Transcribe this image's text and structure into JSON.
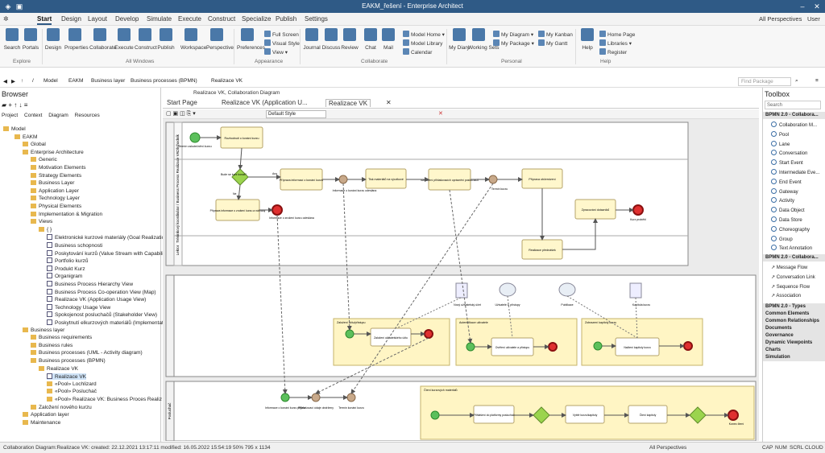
{
  "window": {
    "title": "EAKM_řešení - Enterprise Architect"
  },
  "menu": {
    "tabs": [
      "Start",
      "Design",
      "Layout",
      "Develop",
      "Simulate",
      "Execute",
      "Construct",
      "Specialize",
      "Publish",
      "Settings"
    ],
    "perspectives": "All Perspectives",
    "user": "User"
  },
  "ribbon": {
    "big": [
      "Search",
      "Portals",
      "Design",
      "Properties",
      "Collaborate",
      "Execute",
      "Construct",
      "Publish",
      "Workspace",
      "Perspective",
      "Preferences",
      "Journal",
      "Discuss",
      "Review",
      "Chat",
      "Mail",
      "My Diary",
      "Working Sets",
      "Help"
    ],
    "small": [
      "Full Screen",
      "Visual Style",
      "View",
      "Model Home",
      "Model Library",
      "Calendar",
      "My Diagram",
      "My Package",
      "My Kanban",
      "My Gantt",
      "Home Page",
      "Libraries",
      "Register"
    ],
    "groups": [
      "Explore",
      "All Windows",
      "Appearance",
      "Collaborate",
      "Personal",
      "Help"
    ]
  },
  "nav": {
    "path": [
      "Model",
      "EAKM",
      "Business layer",
      "Business processes (BPMN)",
      "Realizace VK"
    ],
    "find_placeholder": "Find Package"
  },
  "browser": {
    "title": "Browser",
    "tabs": [
      "Project",
      "Context",
      "Diagram",
      "Resources"
    ],
    "tree": [
      "Model",
      "EAKM",
      "Global",
      "Enterprise Architecture",
      "Generic",
      "Motivation Elements",
      "Strategy Elements",
      "Business Layer",
      "Application Layer",
      "Technology Layer",
      "Physical Elements",
      "Implementation & Migration",
      "Views",
      "{ }",
      "Elektronické kurzové materiály (Goal Realization",
      "Business schopnosti",
      "Poskytování kurzů (Value Stream with Capability",
      "Portfolio kurzů",
      "Produkt Kurz",
      "Organigram",
      "Business Process Hierarchy View",
      "Business Process Co-operation View (Map)",
      "Realizace VK (Application Usage View)",
      "Technology Usage View",
      "Spokojenost posluchačů (Stakeholder View)",
      "Poskytnutí elkurzových materiálů (Implementat",
      "Business layer",
      "Business requirements",
      "Business rules",
      "Business processes (UML - Activity diagram)",
      "Business processes (BPMN)",
      "Realizace VK",
      "Realizace VK",
      "«Pool» Lochlizard",
      "«Pool» Posluchač",
      "«Pool» Realizace VK: Business Proces Realiz",
      "Založení nového kurzu",
      "Application layer",
      "Maintenance"
    ]
  },
  "doc": {
    "breadcrumb": "Realizace VK,  Collaboration Diagram",
    "tabs": [
      "Start Page",
      "Realizace VK (Application U...",
      "Realizace VK"
    ],
    "style": "Default Style"
  },
  "diagram": {
    "lanes": [
      "Obchodník",
      "Tréninkový koordinátor / Business Process Realizace VK",
      "Lektor",
      "Posluchač"
    ],
    "tasks": [
      "Rozhodnutí o konání kurzu",
      "Příprava informací o konání kurzu",
      "Tisk materiálů na výcvikové",
      "Nastavení přihlašovacích oprávnění posluchačů",
      "Příprava občerstvení",
      "Příprava informace o zrušení kurzu a náhrady",
      "Zpracování dotazníků",
      "Realizace přednášek"
    ],
    "events": [
      "Termín uskutečnění kurzu",
      "Termín kurzu",
      "Kurz proběhl",
      "Informace o zrušení kurzu odeslána",
      "Informace o konání kurzu odeslána"
    ],
    "gateway": "Bude se kurz konat?",
    "yes": "Ano",
    "no": "Ne",
    "subprocesses": [
      "Založení účtu/přístupu",
      "Autentifikace uživatele",
      "Zobrazení kapitoly kurzu"
    ],
    "sub_tasks": [
      "Založení uživatelského účtu",
      "Ověření uživatele a přístupu",
      "Načtení kapitoly kurzu",
      "Přihlášení do platformy posluchač",
      "Výběr kurzu/kapitoly",
      "Čtení kapitoly"
    ],
    "data": [
      "Nový uživatelský účet",
      "Uživatelé & přístupy",
      "Publikace",
      "Kapitola kurzu"
    ],
    "lower_sub": "Čtení kurzových materiálů",
    "lower_events": [
      "Informace o konání kurzu přijata",
      "Přihlašovací údaje obdrženy",
      "Termín konání kurzu",
      "Konec čtení"
    ]
  },
  "toolbox": {
    "title": "Toolbox",
    "search": "Search",
    "section_open": "BPMN 2.0 - Collabora...",
    "items": [
      "Collaboration M...",
      "Pool",
      "Lane",
      "Conversation",
      "Start Event",
      "Intermediate Eve...",
      "End Event",
      "Gateway",
      "Activity",
      "Data Object",
      "Data Store",
      "Choreography",
      "Group",
      "Text Annotation"
    ],
    "section2": "BPMN 2.0 - Collabora...",
    "rels": [
      "Message Flow",
      "Conversation Link",
      "Sequence Flow",
      "Association"
    ],
    "closed": [
      "BPMN 2.0 - Types",
      "Common Elements",
      "Common Relationships",
      "Documents",
      "Governance",
      "Dynamic Viewpoints",
      "Charts",
      "Simulation"
    ]
  },
  "status": {
    "left": "Collaboration Diagram:Realizace VK:  created: 22.12.2021 13:17:11  modified: 16.05.2022 15:54:19   50%   795 x 1134",
    "persp": "All Perspectives",
    "caps": [
      "CAP",
      "NUM",
      "SCRL",
      "CLOUD"
    ]
  }
}
